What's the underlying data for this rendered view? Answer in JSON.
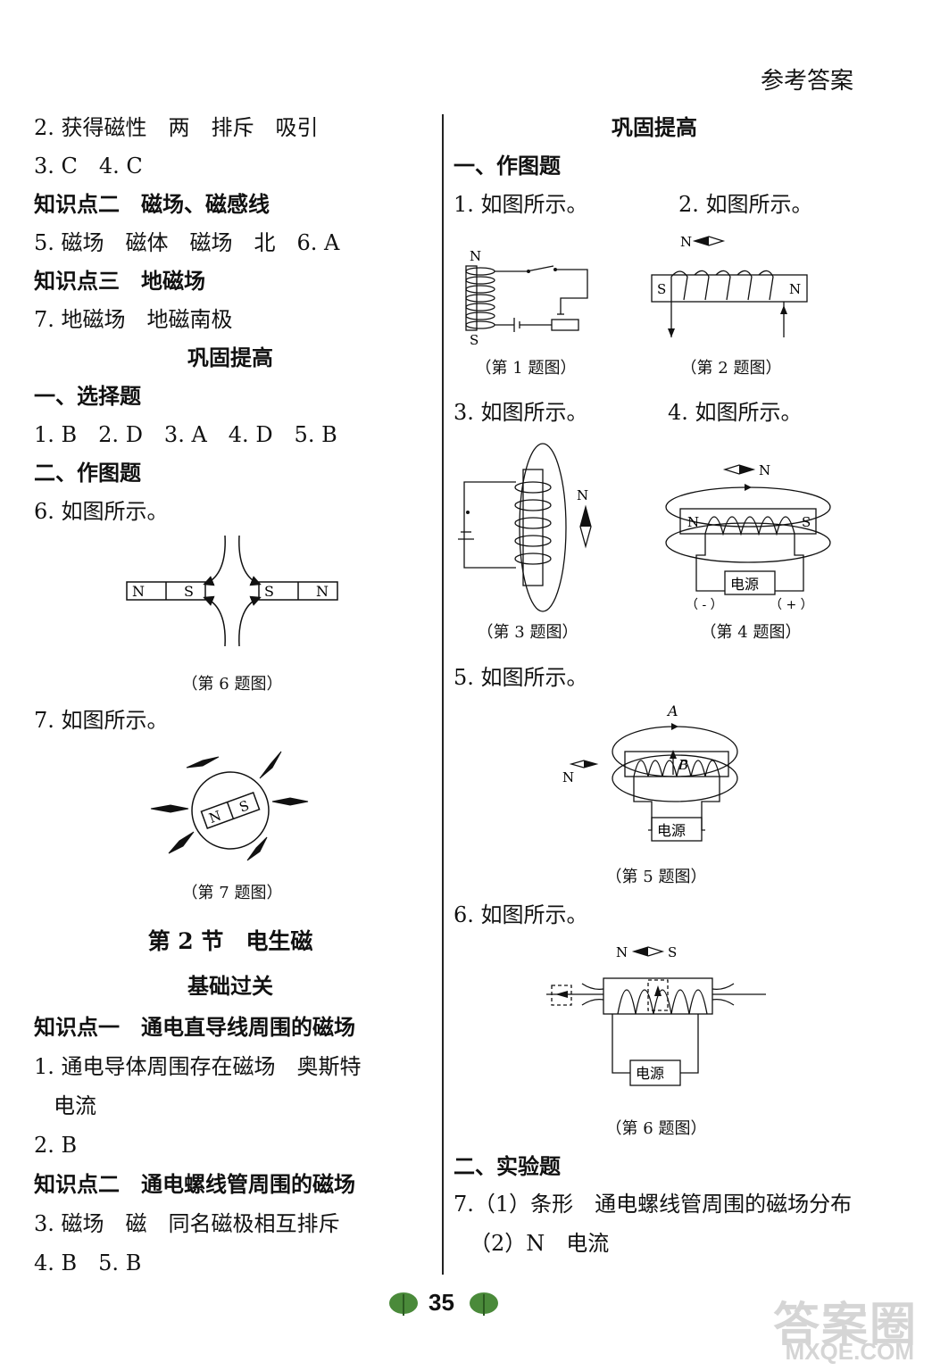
{
  "header": "参考答案",
  "left": {
    "l1": "2. 获得磁性　两　排斥　吸引",
    "l2": "3. C　4. C",
    "l3": "知识点二　磁场、磁感线",
    "l4": "5. 磁场　磁体　磁场　北　6. A",
    "l5": "知识点三　地磁场",
    "l6": "7. 地磁场　地磁南极",
    "l7": "巩固提高",
    "l8": "一、选择题",
    "l9": "1. B　2. D　3. A　4. D　5. B",
    "l10": "二、作图题",
    "l11": "6. 如图所示。",
    "fig6_caption": "（第 6 题图）",
    "l12": "7. 如图所示。",
    "fig7_caption": "（第 7 题图）",
    "l13": "第 2 节　电生磁",
    "l14": "基础过关",
    "l15": "知识点一　通电直导线周围的磁场",
    "l16": "1. 通电导体周围存在磁场　奥斯特",
    "l17": "电流",
    "l18": "2. B",
    "l19": "知识点二　通电螺线管周围的磁场",
    "l20": "3. 磁场　磁　同名磁极相互排斥",
    "l21": "4. B　5. B"
  },
  "right": {
    "r1": "巩固提高",
    "r2": "一、作图题",
    "r3": "1. 如图所示。",
    "r4": "2. 如图所示。",
    "fig1_caption": "（第 1 题图）",
    "fig2_caption": "（第 2 题图）",
    "r5": "3. 如图所示。",
    "r6": "4. 如图所示。",
    "fig3_caption": "（第 3 题图）",
    "fig4_caption": "（第 4 题图）",
    "r7": "5. 如图所示。",
    "fig5_caption": "（第 5 题图）",
    "r8": "6. 如图所示。",
    "fig6_caption": "（第 6 题图）",
    "r9": "二、实验题",
    "r10": "7.（1）条形　通电螺线管周围的磁场分布",
    "r11": "（2）N　电流"
  },
  "figure_labels": {
    "N": "N",
    "S": "S",
    "power": "电源",
    "minus": "（ - ）",
    "plus": "（ + ）",
    "A": "A",
    "B": "B"
  },
  "page_number": "35",
  "watermark": {
    "text1": "答案圈",
    "text2": "MXQE.COM"
  }
}
